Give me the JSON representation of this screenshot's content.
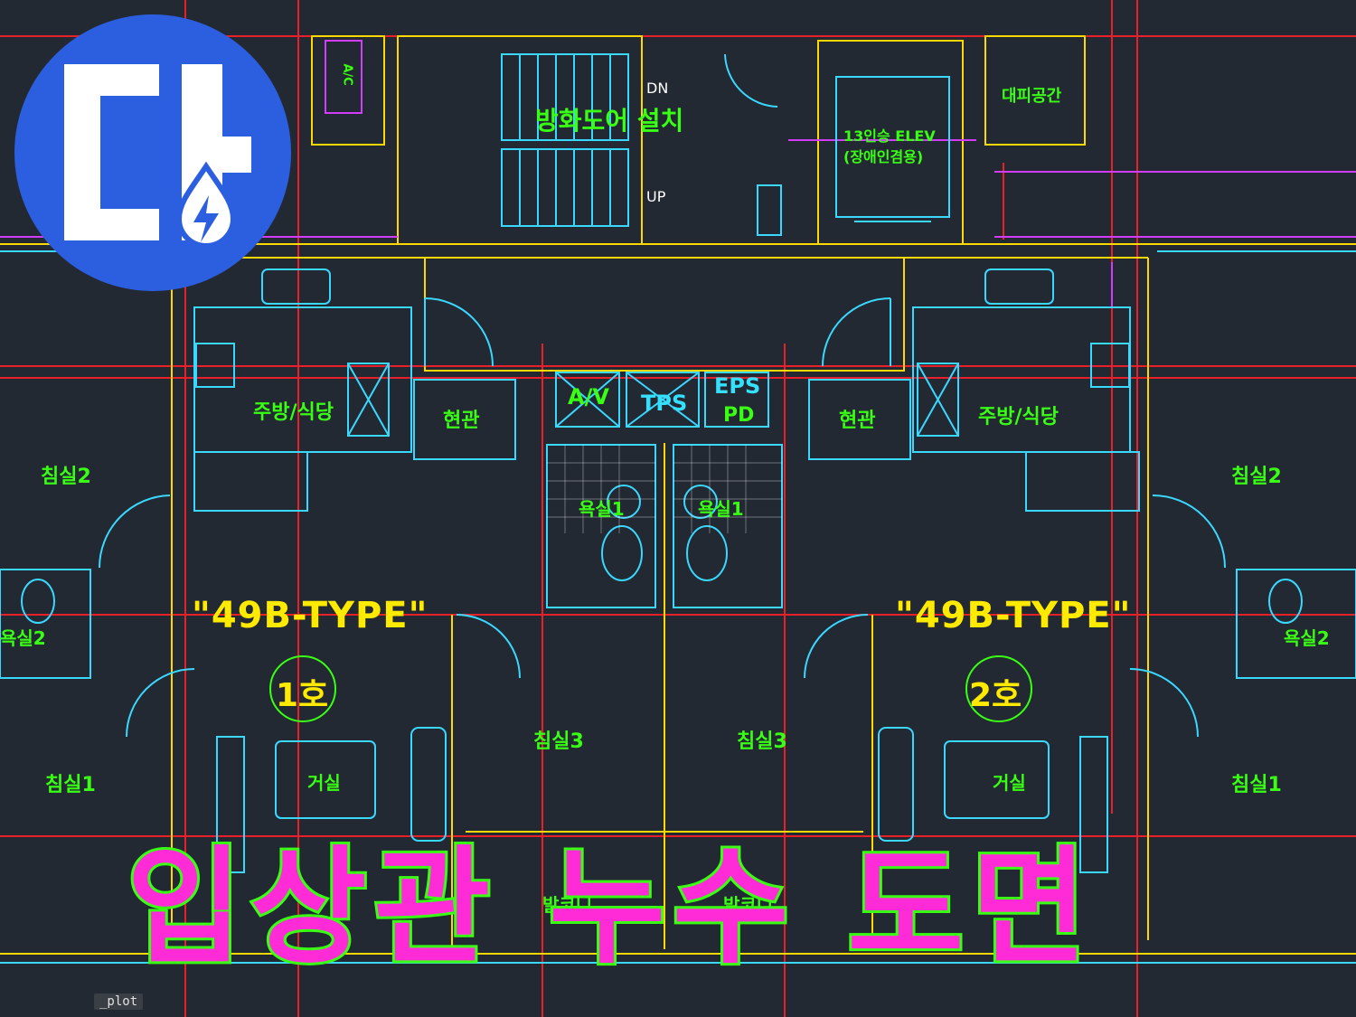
{
  "title": "입상관 누수 도면",
  "command_line": "_plot",
  "logo": {
    "glyph": "다",
    "badge_icon": "water-drop-lightning-icon"
  },
  "labels": {
    "fire_door": "방화도어 설치",
    "stair_dn": "DN",
    "stair_up": "UP",
    "elev_line1": "13인승 ELEV",
    "elev_line2": "(장애인겸용)",
    "refuge": "대피공간",
    "ac": "A/C",
    "av": "A/V",
    "tps": "TPS",
    "eps": "EPS",
    "pd": "PD",
    "entry_left": "현관",
    "entry_right": "현관",
    "kitchen_left": "주방/식당",
    "kitchen_right": "주방/식당",
    "bed2_left": "침실2",
    "bed2_right": "침실2",
    "bath1_left": "욕실1",
    "bath1_right": "욕실1",
    "bath2_left": "욕실2",
    "bath2_right": "욕실2",
    "type_left": "\"49B-TYPE\"",
    "type_right": "\"49B-TYPE\"",
    "unit_left": "1호",
    "unit_right": "2호",
    "bed3_left": "침실3",
    "bed3_right": "침실3",
    "bed1_left": "침실1",
    "bed1_right": "침실1",
    "living_left": "거실",
    "living_right": "거실",
    "balcony_left": "발코니",
    "balcony_right": "발코니"
  },
  "colors": {
    "background": "#232932",
    "wall_red": "#e8202a",
    "wall_yellow": "#ffd800",
    "line_cyan": "#3ad7ff",
    "line_magenta": "#d23cff",
    "text_green": "#39ff14",
    "text_yellow": "#ffea00",
    "title_fill": "#ff2bd6",
    "logo_blue": "#2c5fe0"
  }
}
